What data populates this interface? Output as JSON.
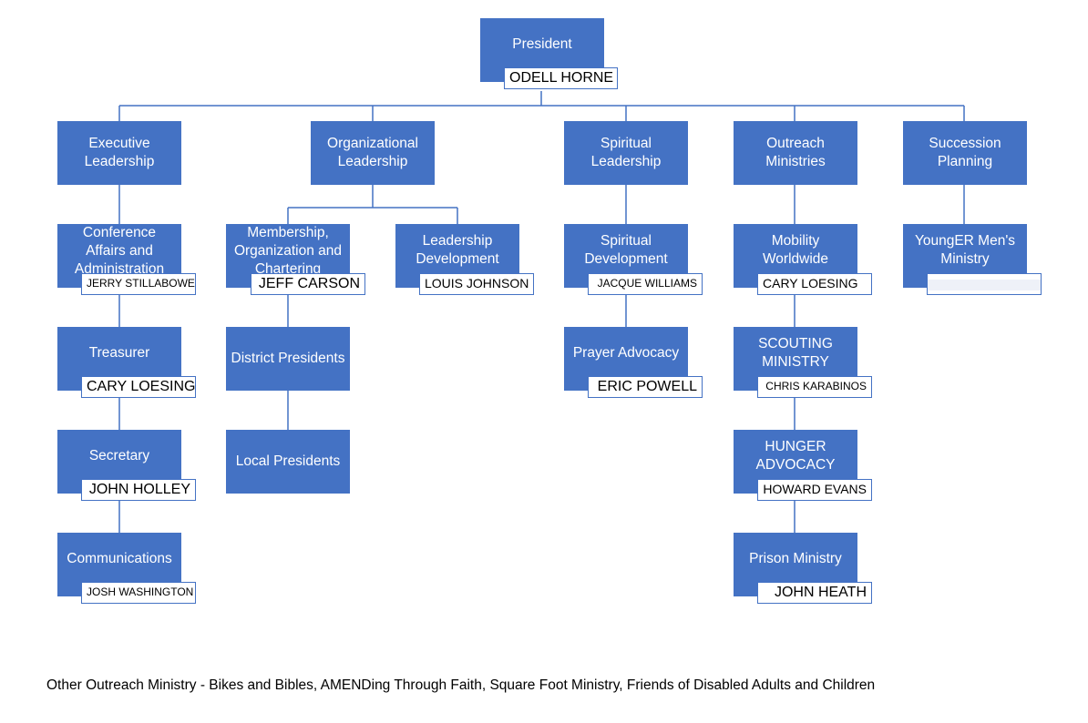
{
  "president": {
    "title": "President",
    "name": "ODELL HORNE"
  },
  "divisions": [
    {
      "title": "Executive\nLeadership"
    },
    {
      "title": "Organizational\nLeadership"
    },
    {
      "title": "Spiritual\nLeadership"
    },
    {
      "title": "Outreach\nMinistries"
    },
    {
      "title": "Succession\nPlanning"
    }
  ],
  "positions": {
    "conference": {
      "title": "Conference\nAffairs and\nAdministration",
      "name": "JERRY STILLABOWER"
    },
    "treasurer": {
      "title": "Treasurer",
      "name": "CARY LOESING"
    },
    "secretary": {
      "title": "Secretary",
      "name": "JOHN HOLLEY"
    },
    "communications": {
      "title": "Communications",
      "name": "JOSH WASHINGTON"
    },
    "membership": {
      "title": "Membership,\nOrganization and\nChartering",
      "name": "JEFF CARSON"
    },
    "district": {
      "title": "District Presidents"
    },
    "local": {
      "title": "Local Presidents"
    },
    "leadership_dev": {
      "title": "Leadership\nDevelopment",
      "name": "LOUIS JOHNSON"
    },
    "spiritual_dev": {
      "title": "Spiritual\nDevelopment",
      "name": "JACQUE WILLIAMS"
    },
    "prayer": {
      "title": "Prayer Advocacy",
      "name": "ERIC POWELL"
    },
    "mobility": {
      "title": "Mobility\nWorldwide",
      "name": "CARY LOESING"
    },
    "scouting": {
      "title": "SCOUTING\nMINISTRY",
      "name": "CHRIS KARABINOS"
    },
    "hunger": {
      "title": "HUNGER\nADVOCACY",
      "name": "HOWARD EVANS"
    },
    "prison": {
      "title": "Prison Ministry",
      "name": "JOHN HEATH"
    },
    "younger": {
      "title": "YoungER Men's\nMinistry",
      "name": ""
    }
  },
  "footnote": "Other Outreach Ministry - Bikes and Bibles, AMENDing Through Faith, Square Foot Ministry, Friends of Disabled Adults and Children",
  "colors": {
    "box": "#4472c4",
    "line": "#4472c4",
    "text_on_box": "#ffffff"
  }
}
